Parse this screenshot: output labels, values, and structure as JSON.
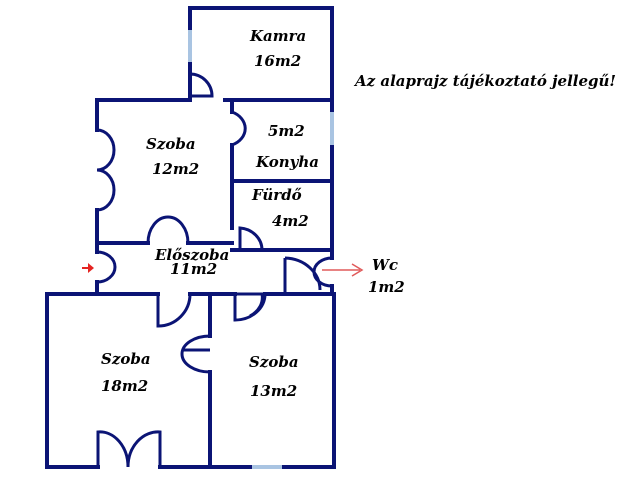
{
  "note": "Az alaprajz tájékoztató jellegű!",
  "rooms": {
    "kamra": {
      "name": "Kamra",
      "area": "16m2"
    },
    "szoba12": {
      "name": "Szoba",
      "area": "12m2"
    },
    "konyha": {
      "name": "Konyha",
      "area": "5m2"
    },
    "furdo": {
      "name": "Fürdő",
      "area": "4m2"
    },
    "eloszoba": {
      "name": "Előszoba",
      "area": "11m2"
    },
    "wc": {
      "name": "Wc",
      "area": "1m2"
    },
    "szoba18": {
      "name": "Szoba",
      "area": "18m2"
    },
    "szoba13": {
      "name": "Szoba",
      "area": "13m2"
    }
  },
  "colors": {
    "wall": "#0b1475",
    "window": "#a9c4e2",
    "entry_arrow": "#e52421",
    "wc_arrow": "#e05a5a"
  }
}
